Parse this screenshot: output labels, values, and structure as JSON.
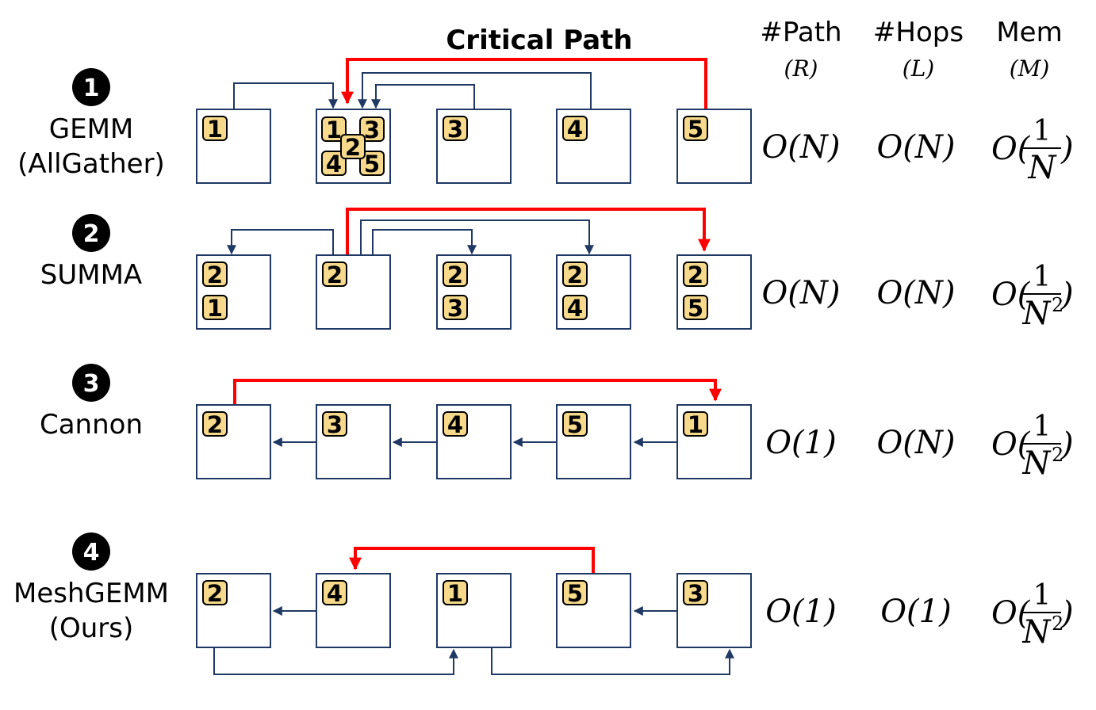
{
  "critical_path_label": "Critical Path",
  "headers": [
    {
      "title": "#Path",
      "sub": "(R)"
    },
    {
      "title": "#Hops",
      "sub": "(L)"
    },
    {
      "title": "Mem",
      "sub": "(M)"
    }
  ],
  "rows": [
    {
      "number": "1",
      "name_lines": [
        "GEMM",
        "(AllGather)"
      ],
      "path": "O(N)",
      "hops": "O(N)",
      "mem_prefix": "O(",
      "mem_num": "1",
      "mem_den": "N",
      "mem_exp": "",
      "mem_suffix": ")",
      "blocks": [
        [
          "1"
        ],
        [],
        [
          "3"
        ],
        [
          "4"
        ],
        [
          "5"
        ]
      ],
      "cluster": [
        "1",
        "3",
        "2",
        "4",
        "5"
      ]
    },
    {
      "number": "2",
      "name_lines": [
        "SUMMA"
      ],
      "path": "O(N)",
      "hops": "O(N)",
      "mem_prefix": "O(",
      "mem_num": "1",
      "mem_den": "N",
      "mem_exp": "2",
      "mem_suffix": ")",
      "blocks": [
        [
          "2",
          "1"
        ],
        [
          "2"
        ],
        [
          "2",
          "3"
        ],
        [
          "2",
          "4"
        ],
        [
          "2",
          "5"
        ]
      ]
    },
    {
      "number": "3",
      "name_lines": [
        "Cannon"
      ],
      "path": "O(1)",
      "hops": "O(N)",
      "mem_prefix": "O(",
      "mem_num": "1",
      "mem_den": "N",
      "mem_exp": "2",
      "mem_suffix": ")",
      "blocks": [
        [
          "2"
        ],
        [
          "3"
        ],
        [
          "4"
        ],
        [
          "5"
        ],
        [
          "1"
        ]
      ]
    },
    {
      "number": "4",
      "name_lines": [
        "MeshGEMM",
        "(Ours)"
      ],
      "path": "O(1)",
      "hops": "O(1)",
      "mem_prefix": "O(",
      "mem_num": "1",
      "mem_den": "N",
      "mem_exp": "2",
      "mem_suffix": ")",
      "blocks": [
        [
          "2"
        ],
        [
          "4"
        ],
        [
          "1"
        ],
        [
          "5"
        ],
        [
          "3"
        ]
      ]
    }
  ],
  "colors": {
    "tag_fill": "#f6d98a",
    "box_stroke": "#1f3864",
    "critical_path": "#ff0000",
    "badge": "#000000"
  }
}
